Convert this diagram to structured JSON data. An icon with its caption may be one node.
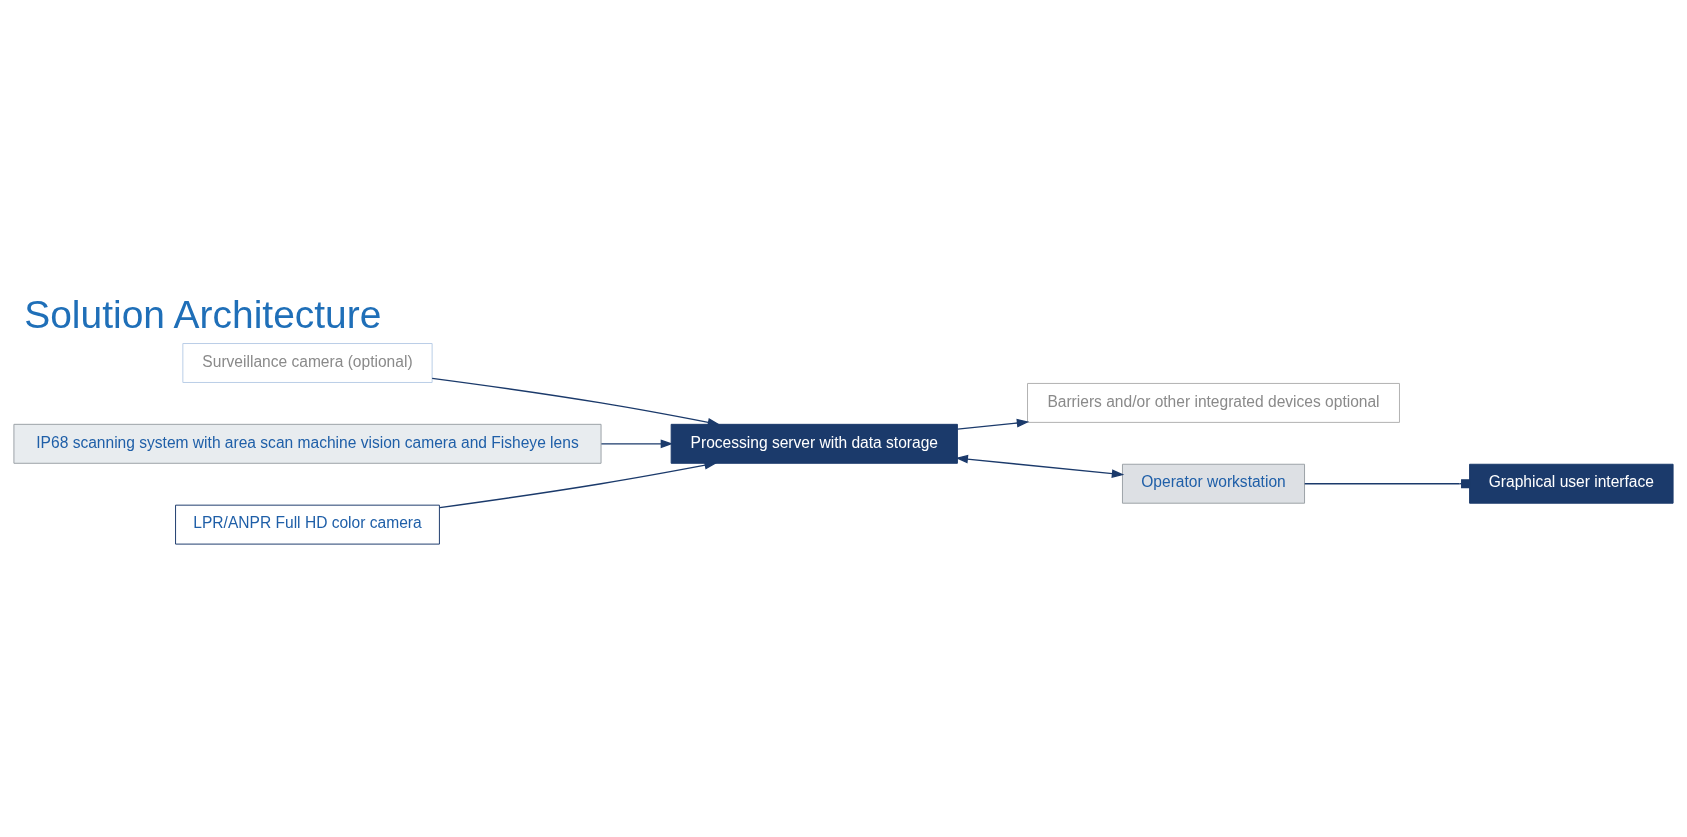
{
  "diagram": {
    "title": "Solution Architecture",
    "nodes": [
      {
        "text": [
          "Surveillance camera (optional)"
        ]
      },
      {
        "text": [
          "Barriers and/or other integrated devices optional"
        ]
      },
      {
        "text": [
          "Processing server with data storage"
        ]
      },
      {
        "text": [
          "Operator workstation"
        ]
      },
      {
        "text": [
          "IP68 scanning system with area scan machine vision camera and Fisheye lens"
        ]
      },
      {
        "text": [
          "LPR/ANPR Full HD color camera"
        ]
      },
      {
        "text": [
          "Graphical user interface"
        ]
      }
    ],
    "edges": [
      {
        "from": 0,
        "to": 2,
        "arrow": "to"
      },
      {
        "from": 2,
        "to": 1,
        "arrow": "to"
      },
      {
        "from": 5,
        "to": 2,
        "arrow": "to"
      },
      {
        "from": 4,
        "to": 2,
        "arrow": "to"
      },
      {
        "from": 2,
        "to": 3,
        "arrow": "both"
      },
      {
        "from": 3,
        "to": 6,
        "arrow": "other"
      }
    ]
  }
}
